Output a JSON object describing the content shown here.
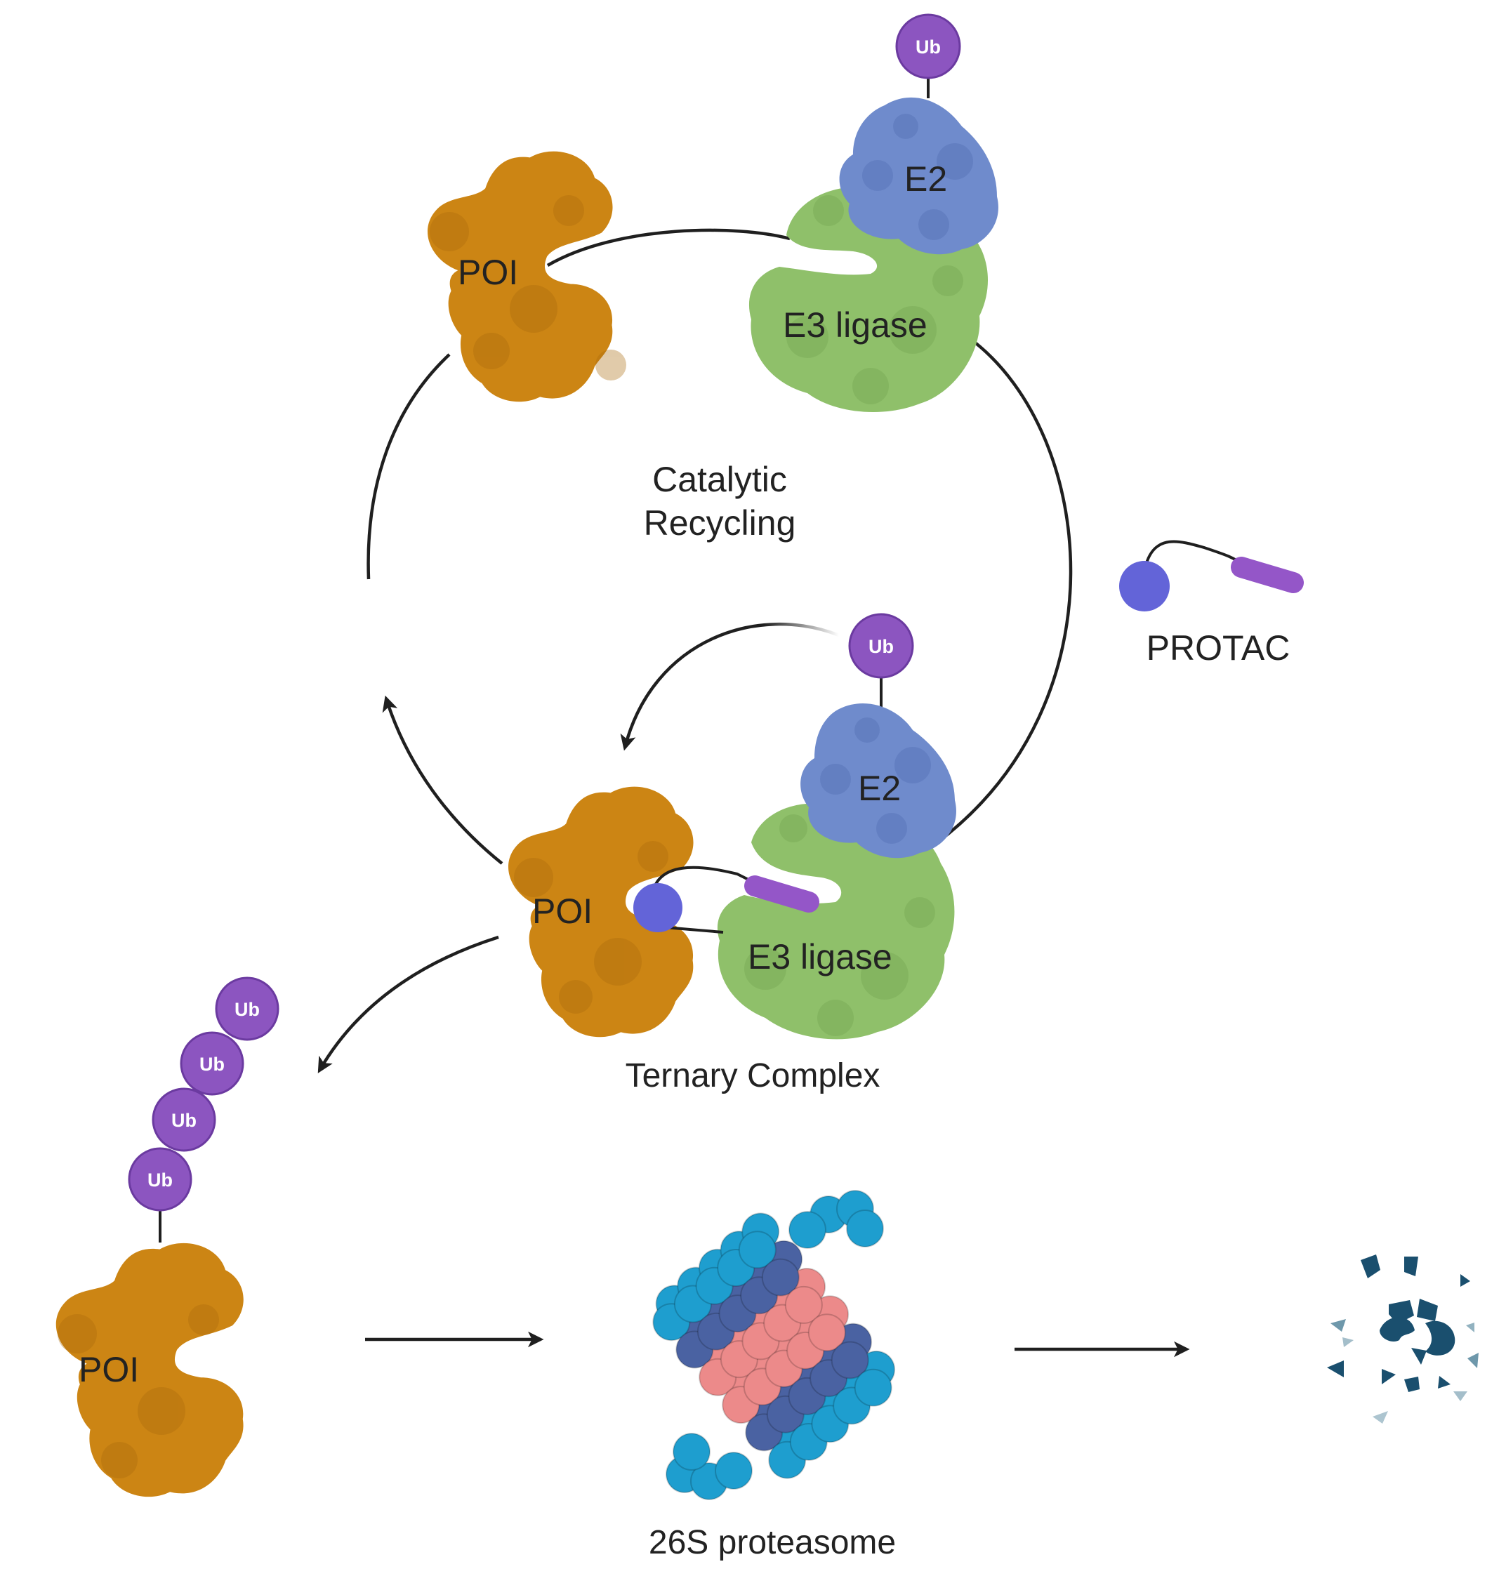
{
  "labels": {
    "poi": "POI",
    "e2": "E2",
    "e3": "E3 ligase",
    "ub": "Ub",
    "catalytic_line1": "Catalytic",
    "catalytic_line2": "Recycling",
    "protac": "PROTAC",
    "ternary": "Ternary Complex",
    "proteasome": "26S proteasome"
  },
  "colors": {
    "poi": "#cc8514",
    "poi_dark": "#a9690c",
    "e2": "#6f8bcc",
    "e2_dark": "#5874b8",
    "e3": "#8fc06a",
    "e3_dark": "#78a955",
    "ub": "#8c55c0",
    "protac_ball": "#6364d8",
    "protac_bar": "#9456c8",
    "proteasome_cyan": "#1e9ecf",
    "proteasome_navy": "#4a62a2",
    "proteasome_pink": "#ec8a8a",
    "fragment": "#1a4f6e"
  },
  "icons": [
    "ubiquitin-icon",
    "protac-molecule-icon",
    "proteasome-icon",
    "peptide-fragments-icon"
  ]
}
